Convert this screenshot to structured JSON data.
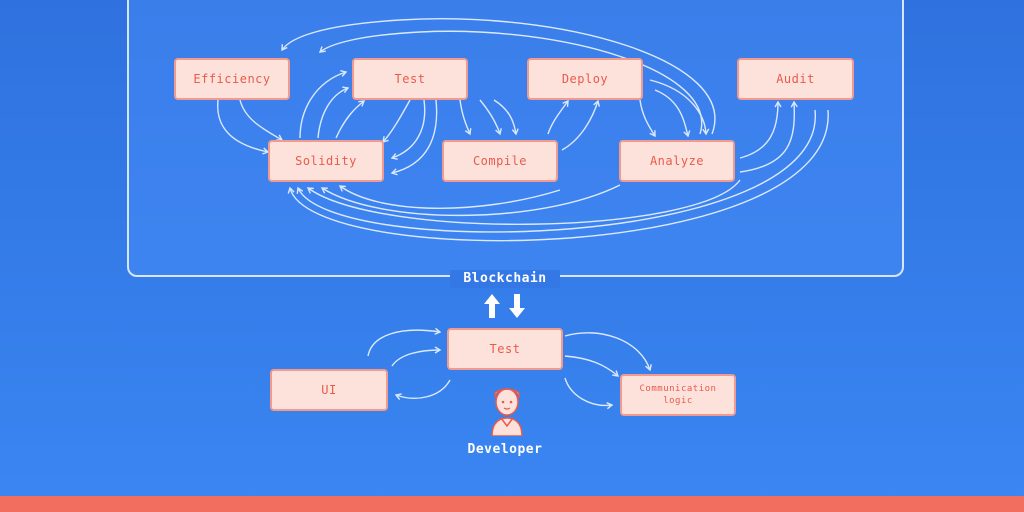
{
  "blockchain": {
    "label": "Blockchain",
    "nodes": {
      "efficiency": "Efficiency",
      "test": "Test",
      "deploy": "Deploy",
      "audit": "Audit",
      "solidity": "Solidity",
      "compile": "Compile",
      "analyze": "Analyze"
    }
  },
  "developer": {
    "label": "Developer",
    "nodes": {
      "test": "Test",
      "ui": "UI",
      "communication": "Communication\nlogic"
    }
  },
  "colors": {
    "background": "#3478e6",
    "node_fill": "#fde2dc",
    "node_border": "#f39a8e",
    "node_text": "#ea5a4a",
    "line": "#dbe9ff",
    "bottom_bar": "#f26e5e"
  },
  "icons": [
    "up-arrow-icon",
    "down-arrow-icon",
    "developer-avatar-icon"
  ]
}
